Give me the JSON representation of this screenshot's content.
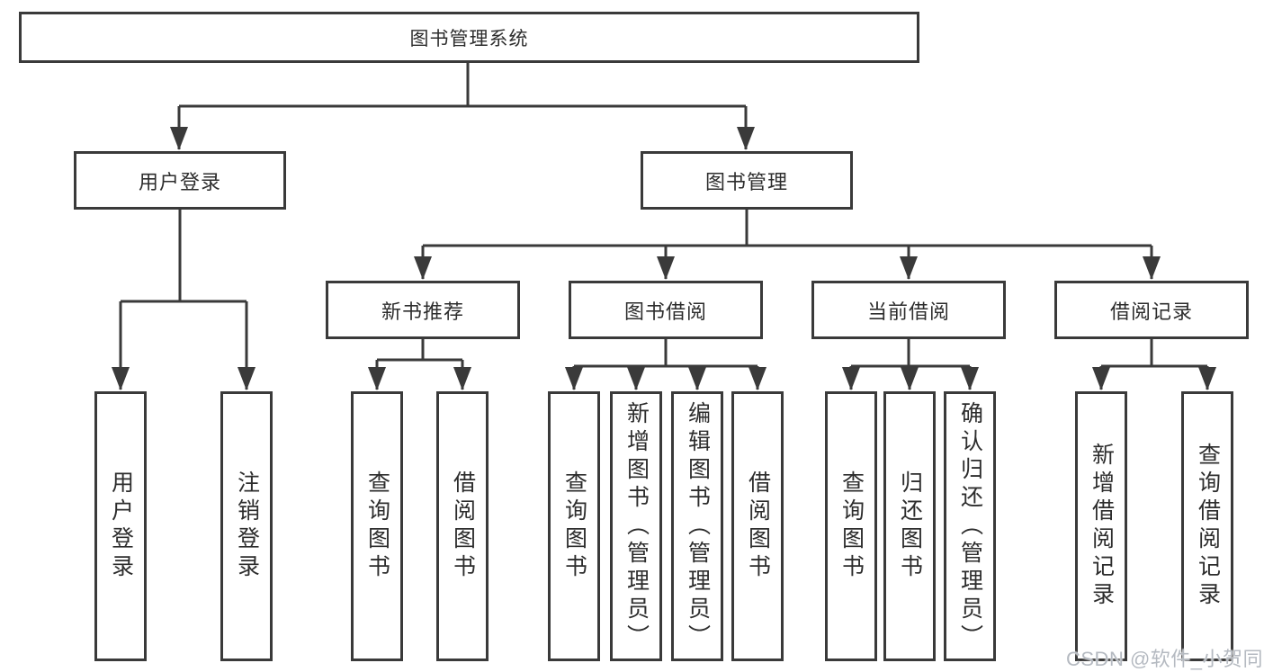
{
  "diagram": {
    "root": {
      "label": "图书管理系统"
    },
    "branches": {
      "user_login": {
        "label": "用户登录",
        "children": [
          "用户登录",
          "注销登录"
        ]
      },
      "book_management": {
        "label": "图书管理",
        "sections": {
          "new_book_recommend": {
            "label": "新书推荐",
            "children": [
              "查询图书",
              "借阅图书"
            ]
          },
          "book_borrow": {
            "label": "图书借阅",
            "children": [
              "查询图书",
              "新增图书（管理员）",
              "编辑图书（管理员）",
              "借阅图书"
            ]
          },
          "current_borrow": {
            "label": "当前借阅",
            "children": [
              "查询图书",
              "归还图书",
              "确认归还（管理员）"
            ]
          },
          "borrow_record": {
            "label": "借阅记录",
            "children": [
              "新增借阅记录",
              "查询借阅记录"
            ]
          }
        }
      }
    }
  },
  "watermark": "CSDN @软件_小贺同学",
  "colors": {
    "line": "#3a3a3a",
    "text": "#2d2d2d",
    "watermark": "#b5bac1",
    "background": "#ffffff"
  }
}
